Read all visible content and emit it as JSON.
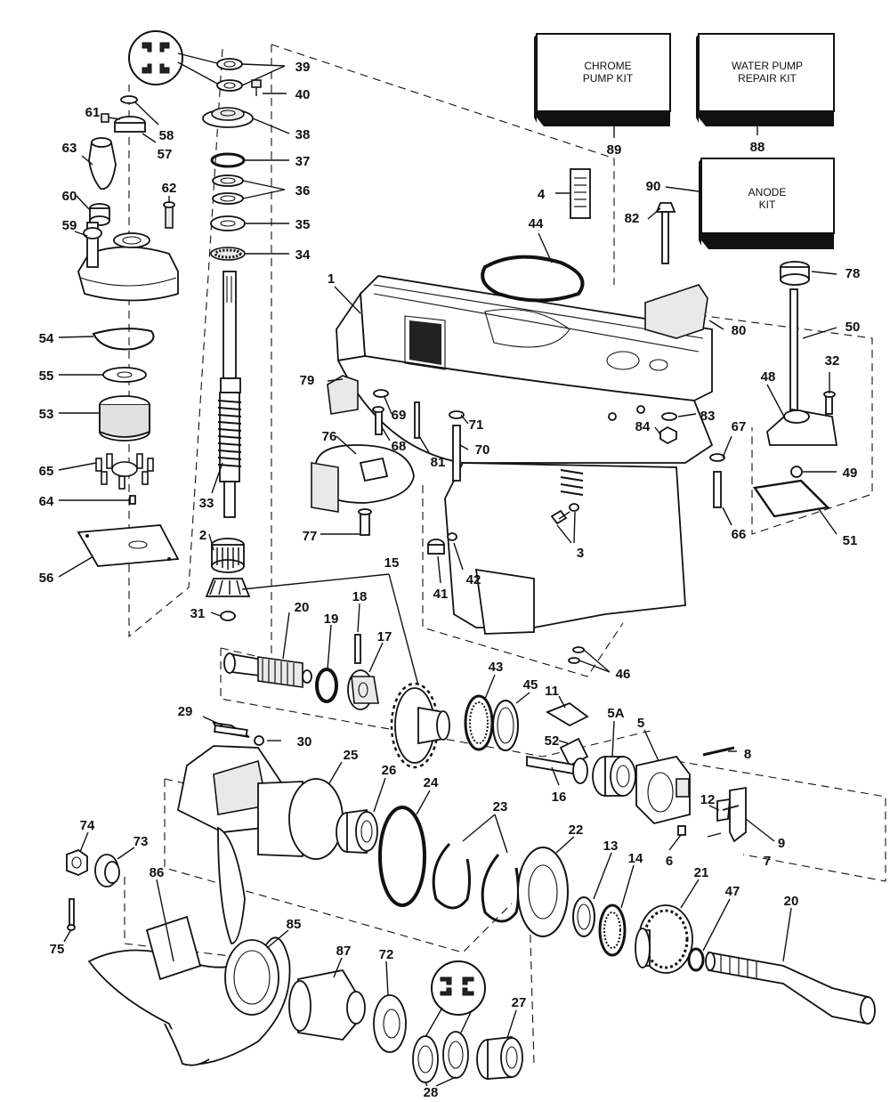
{
  "kits": {
    "chrome": {
      "line1": "CHROME",
      "line2": "PUMP KIT",
      "number": "89"
    },
    "water": {
      "line1": "WATER PUMP",
      "line2": "REPAIR KIT",
      "number": "88"
    },
    "anode": {
      "line1": "ANODE",
      "line2": "KIT",
      "number": "90"
    }
  },
  "callouts": {
    "c39": "39",
    "c40": "40",
    "c38": "38",
    "c37": "37",
    "c36": "36",
    "c35": "35",
    "c34": "34",
    "c61": "61",
    "c58": "58",
    "c57": "57",
    "c63": "63",
    "c60": "60",
    "c62": "62",
    "c59": "59",
    "c54": "54",
    "c55": "55",
    "c53": "53",
    "c65": "65",
    "c64": "64",
    "c56": "56",
    "c33": "33",
    "c2": "2",
    "c31": "31",
    "c15": "15",
    "c4": "4",
    "c44": "44",
    "c82": "82",
    "c1": "1",
    "c78": "78",
    "c80": "80",
    "c50": "50",
    "c32": "32",
    "c48": "48",
    "c49": "49",
    "c51": "51",
    "c66": "66",
    "c67": "67",
    "c83": "83",
    "c84": "84",
    "c79": "79",
    "c69": "69",
    "c68": "68",
    "c81": "81",
    "c71": "71",
    "c70": "70",
    "c76": "76",
    "c77": "77",
    "c3": "3",
    "c41": "41",
    "c42": "42",
    "c46": "46",
    "c20a": "20",
    "c19": "19",
    "c18": "18",
    "c17": "17",
    "c43": "43",
    "c45": "45",
    "c11": "11",
    "c52": "52",
    "c5A": "5A",
    "c5": "5",
    "c8": "8",
    "c16": "16",
    "c12": "12",
    "c9": "9",
    "c6": "6",
    "c7": "7",
    "c29": "29",
    "c30": "30",
    "c25": "25",
    "c26": "26",
    "c24": "24",
    "c23": "23",
    "c22": "22",
    "c13": "13",
    "c14": "14",
    "c21": "21",
    "c47": "47",
    "c20b": "20",
    "c74": "74",
    "c73": "73",
    "c86": "86",
    "c75": "75",
    "c85": "85",
    "c87": "87",
    "c72": "72",
    "c27": "27",
    "c28": "28"
  }
}
